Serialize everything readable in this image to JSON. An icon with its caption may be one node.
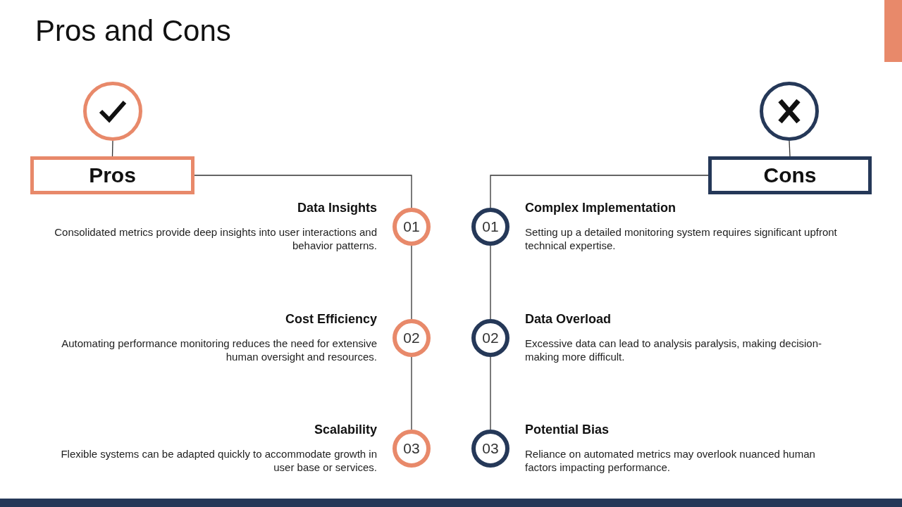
{
  "diagram": {
    "title": "Pros and Cons",
    "nodes": [
      {
        "text": [],
        "shape": "circle"
      },
      {
        "text": [
          "Pros"
        ]
      },
      {
        "text": [
          "01"
        ],
        "beside": [
          "Data Insights",
          "Consolidated metrics provide deep insights into user interactions and behavior patterns."
        ]
      },
      {
        "text": [
          "02"
        ],
        "beside": [
          "Cost Efficiency",
          "Automating performance monitoring reduces the need for extensive human oversight and resources."
        ]
      },
      {
        "text": [
          "03"
        ],
        "beside": [
          "Scalability",
          "Flexible systems can be adapted quickly to accommodate growth in user base or services."
        ]
      },
      {
        "text": [],
        "shape": "circle"
      },
      {
        "text": [
          "Cons"
        ]
      },
      {
        "text": [
          "01"
        ],
        "beside": [
          "Complex Implementation",
          "Setting up a detailed monitoring system requires significant upfront technical expertise."
        ]
      },
      {
        "text": [
          "02"
        ],
        "beside": [
          "Data Overload",
          "Excessive data can lead to analysis paralysis, making decision-making more difficult."
        ]
      },
      {
        "text": [
          "03"
        ],
        "beside": [
          "Potential Bias",
          "Reliance on automated metrics may overlook nuanced human factors impacting performance."
        ]
      }
    ],
    "edges": [
      {
        "from": 0,
        "to": 1,
        "arrow": "none"
      },
      {
        "from": 1,
        "to": 2,
        "arrow": "none"
      },
      {
        "from": 2,
        "to": 3,
        "arrow": "none"
      },
      {
        "from": 3,
        "to": 4,
        "arrow": "none"
      },
      {
        "from": 5,
        "to": 6,
        "arrow": "none"
      },
      {
        "from": 6,
        "to": 7,
        "arrow": "none"
      },
      {
        "from": 7,
        "to": 8,
        "arrow": "none"
      },
      {
        "from": 8,
        "to": 9,
        "arrow": "none"
      }
    ]
  }
}
